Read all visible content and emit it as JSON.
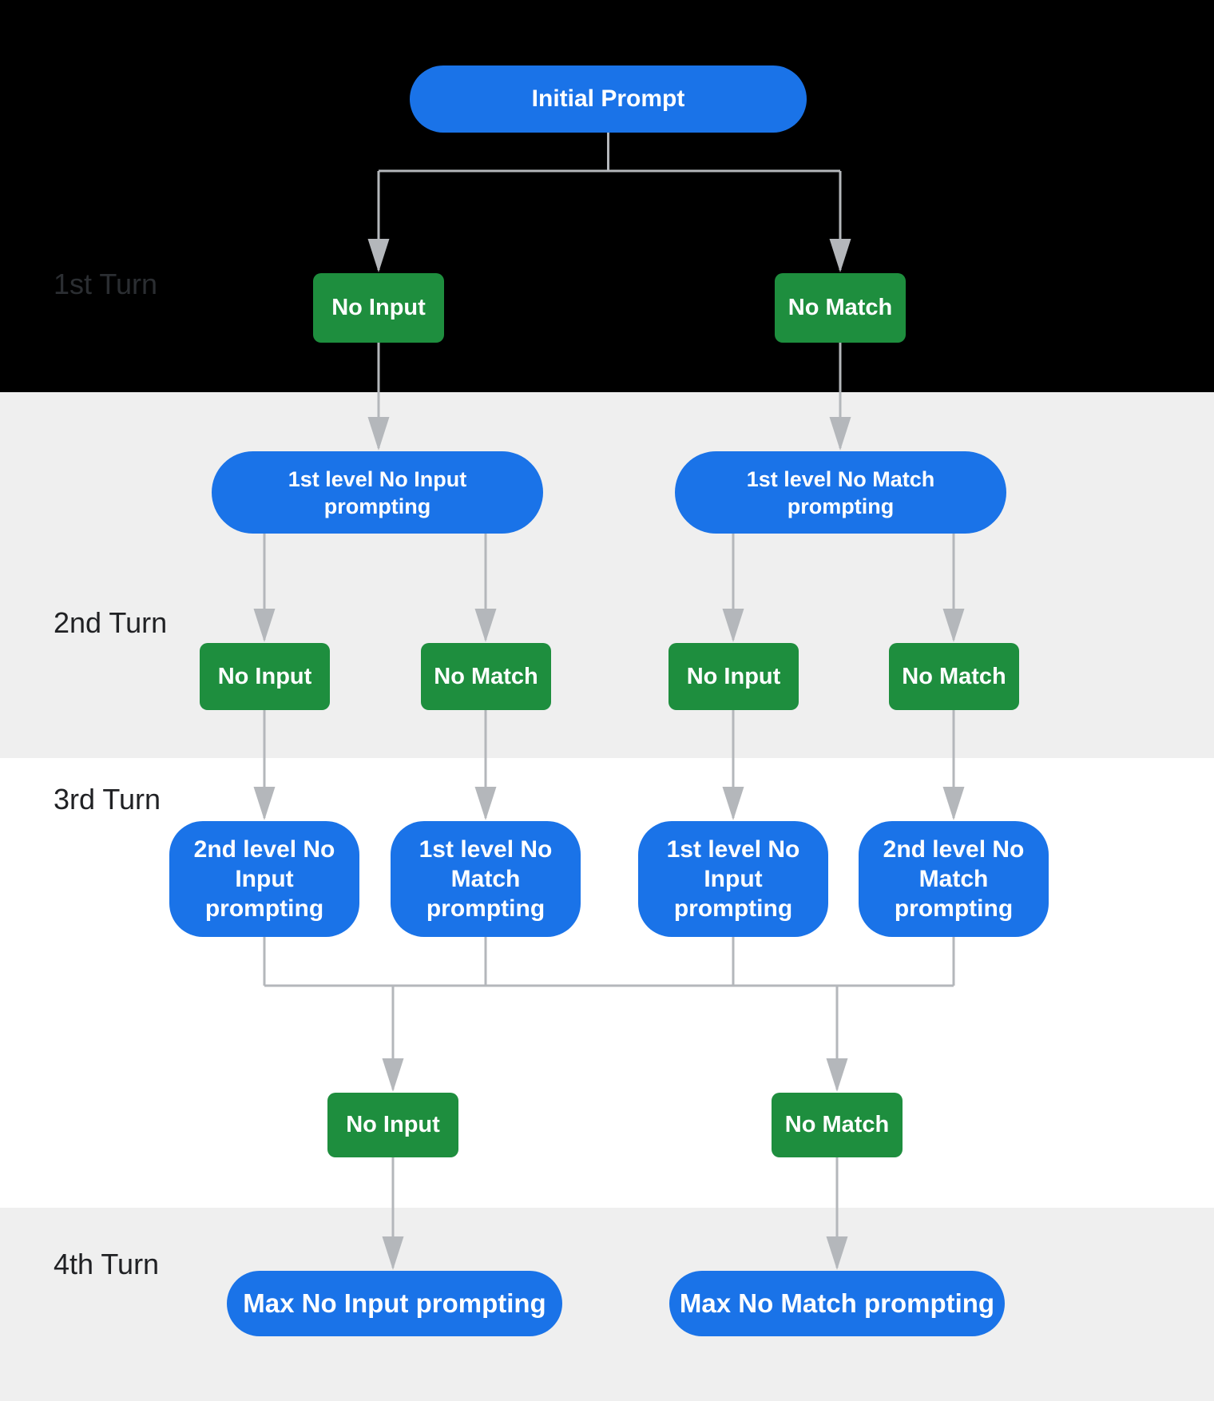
{
  "diagram": {
    "type": "flowchart",
    "description_visible_rows": 4
  },
  "turn_labels": {
    "turn1": "1st Turn",
    "turn2": "2nd Turn",
    "turn3": "3rd Turn",
    "turn4": "4th Turn"
  },
  "nodes": {
    "initial_prompt": "Initial Prompt",
    "t1_no_input": "No Input",
    "t1_no_match": "No Match",
    "l1_no_input_prompting": "1st level No Input\nprompting",
    "l1_no_match_prompting": "1st level No Match\nprompting",
    "t2_no_input_1": "No Input",
    "t2_no_match_1": "No Match",
    "t2_no_input_2": "No Input",
    "t2_no_match_2": "No Match",
    "t3_2nd_level_no_input": "2nd level No\nInput\nprompting",
    "t3_1st_level_no_match": "1st level No\nMatch\nprompting",
    "t3_1st_level_no_input": "1st level No\nInput\nprompting",
    "t3_2nd_level_no_match": "2nd level No\nMatch\nprompting",
    "t4_no_input": "No Input",
    "t4_no_match": "No Match",
    "max_no_input": "Max No Input prompting",
    "max_no_match": "Max No Match prompting"
  },
  "colors": {
    "prompt_blue": "#1a73e8",
    "event_green": "#1e8e3e",
    "band_black": "#000000",
    "band_gray": "#efefef",
    "band_white": "#ffffff",
    "connector_gray": "#b4b7bb",
    "label_text": "#202124",
    "node_text": "#ffffff"
  }
}
